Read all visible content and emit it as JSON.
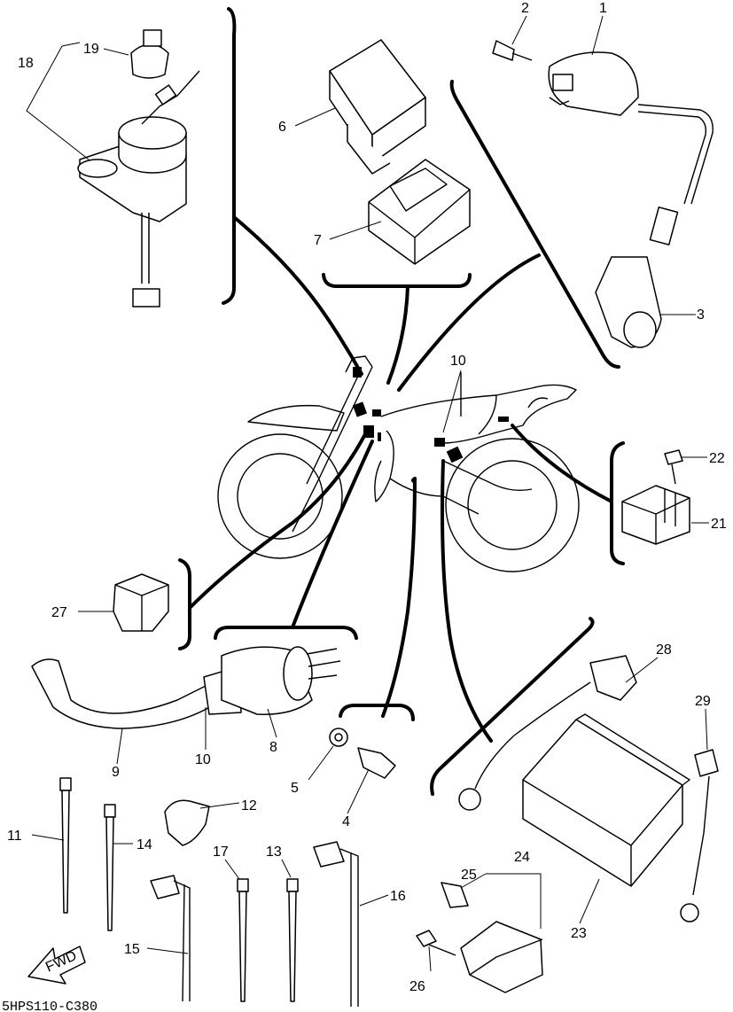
{
  "diagram_code": "5HPS110-C380",
  "fwd_label": "FWD",
  "callouts": {
    "c1": "1",
    "c2": "2",
    "c3": "3",
    "c4": "4",
    "c5": "5",
    "c6": "6",
    "c7": "7",
    "c8": "8",
    "c9": "9",
    "c10a": "10",
    "c10b": "10",
    "c11": "11",
    "c12": "12",
    "c13": "13",
    "c14": "14",
    "c15": "15",
    "c16": "16",
    "c17": "17",
    "c18": "18",
    "c19": "19",
    "c21": "21",
    "c22": "22",
    "c23": "23",
    "c24": "24",
    "c25": "25",
    "c26": "26",
    "c27": "27",
    "c28": "28",
    "c29": "29"
  }
}
